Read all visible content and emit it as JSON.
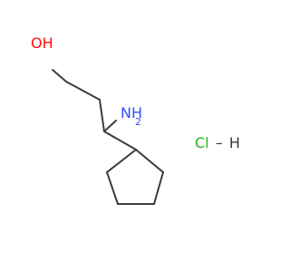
{
  "molecule": {
    "oh_label": "OH",
    "nh2_label": "NH",
    "nh2_subscript": "2",
    "hcl_label": "Cl–H"
  },
  "colors": {
    "bond": "#3c3c3c",
    "oxygen": "#ff0d0d",
    "nitrogen": "#3050f8",
    "chlorine": "#1fb41f",
    "hydrogen": "#3c3c3c"
  }
}
